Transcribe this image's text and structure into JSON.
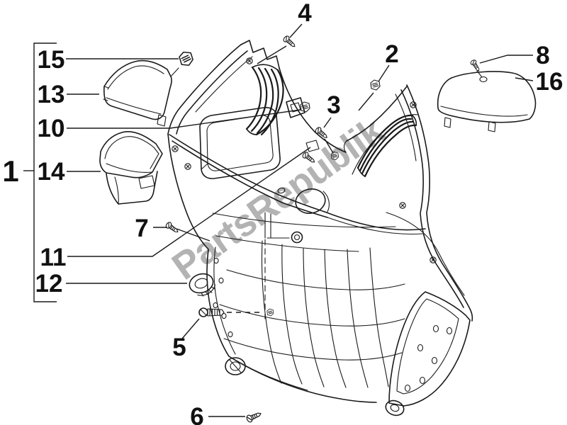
{
  "diagram": {
    "type": "exploded-parts-diagram",
    "background_color": "#ffffff",
    "line_color": "#1a1a1a",
    "watermark": {
      "text": "PartsRepublik",
      "color": "#b3b3b3"
    },
    "callouts": {
      "n1": "1",
      "n2": "2",
      "n3": "3",
      "n4": "4",
      "n5": "5",
      "n6": "6",
      "n7": "7",
      "n8": "8",
      "n10": "10",
      "n11": "11",
      "n12": "12",
      "n13": "13",
      "n14": "14",
      "n15": "15",
      "n16": "16"
    }
  }
}
